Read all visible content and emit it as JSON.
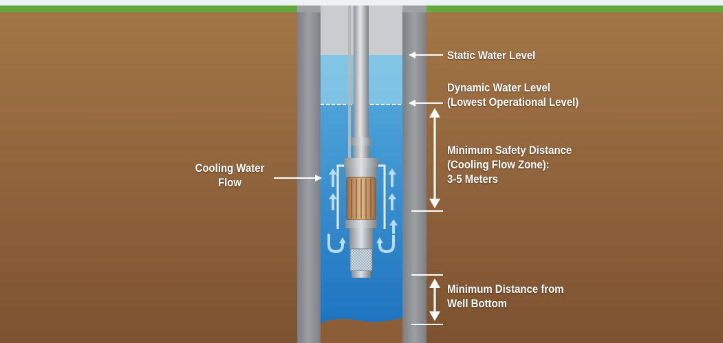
{
  "colors": {
    "ground_top": "#8a5d36",
    "ground_bottom": "#7a5030",
    "grass": "#5fa33a",
    "casing": "#8f9396",
    "water_light": "#7fc3e2",
    "water_deep": "#1f7fc4",
    "pump_metal": "#b8bcc0",
    "motor_copper": "#c9986a",
    "arrow_blue": "#ffffff"
  },
  "labels": {
    "static_water_level": "Static Water Level",
    "dynamic_water_level": [
      "Dynamic Water Level",
      "(Lowest Operational Level)"
    ],
    "min_safety_distance": [
      "Minimum Safety Distance",
      "(Cooling Flow Zone):",
      "3-5 Meters"
    ],
    "cooling_water_flow": [
      "Cooling Water",
      "Flow"
    ],
    "min_distance_bottom": [
      "Minimum Distance from",
      "Well Bottom"
    ]
  },
  "icons": {
    "flow_arrow": "up-arrow-icon",
    "u_turn": "u-turn-arrow-icon",
    "dimension": "double-headed-arrow-icon",
    "pointer": "left-arrow-icon"
  }
}
